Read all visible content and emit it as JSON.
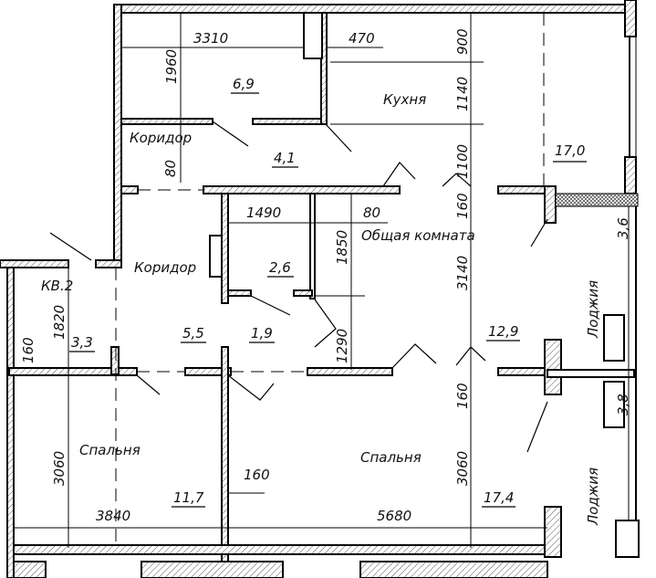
{
  "plan": {
    "apartment_label": "КВ.2",
    "rooms": {
      "kitchen": {
        "name": "Кухня",
        "area": "6,9"
      },
      "corridor_upper": {
        "name": "Коридор",
        "area": "4,1"
      },
      "living_room": {
        "name": "Общая комната",
        "area": "17,0"
      },
      "bathroom": {
        "area": "2,6"
      },
      "corridor_lower": {
        "name": "Коридор",
        "area": "5,5"
      },
      "toilet": {
        "area": "1,9"
      },
      "closet": {
        "area": "3,3"
      },
      "living_extra": {
        "area": "12,9"
      },
      "loggia_upper": {
        "name": "Лоджия",
        "area": "3,6"
      },
      "loggia_lower": {
        "name": "Лоджия",
        "area": "3,8"
      },
      "bedroom_left": {
        "name": "Спальня",
        "area": "11,7"
      },
      "bedroom_right": {
        "name": "Спальня",
        "area": "17,4"
      }
    },
    "dimensions": {
      "d3310": "3310",
      "d470": "470",
      "d1960": "1960",
      "d900": "900",
      "d1140": "1140",
      "d1100": "1100",
      "d160a": "160",
      "d80a": "80",
      "d1490": "1490",
      "d80b": "80",
      "d1850": "1850",
      "d3140": "3140",
      "d1820": "1820",
      "d160b": "160",
      "d1290": "1290",
      "d160c": "160",
      "d3060a": "3060",
      "d3060b": "3060",
      "d160d": "160",
      "d3840": "3840",
      "d5680": "5680"
    }
  }
}
